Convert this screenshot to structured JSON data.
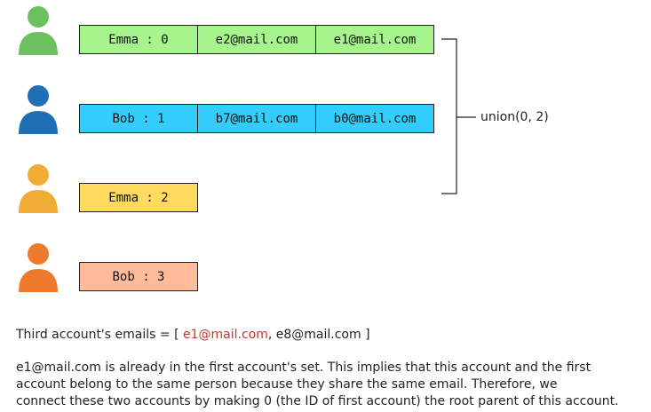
{
  "accounts": [
    {
      "label": "Emma : 0",
      "emails": [
        "e2@mail.com",
        "e1@mail.com"
      ],
      "color": "#a6f58c",
      "avatar_color": "#6cc05e"
    },
    {
      "label": "Bob : 1",
      "emails": [
        "b7@mail.com",
        "b0@mail.com"
      ],
      "color": "#32cdfb",
      "avatar_color": "#1f6fb4"
    },
    {
      "label": "Emma : 2",
      "emails": [],
      "color": "#ffda5e",
      "avatar_color": "#f0ad35"
    },
    {
      "label": "Bob : 3",
      "emails": [],
      "color": "#ffbb9a",
      "avatar_color": "#ee7a2e"
    }
  ],
  "union_label": "union(0, 2)",
  "third_emails": {
    "prefix": "Third account's emails = [ ",
    "email_1": "e1@mail.com",
    "separator": ", ",
    "email_2": "e8@mail.com",
    "suffix": " ]"
  },
  "explanation": [
    "e1@mail.com is already in the first account's set. This implies that this account and the first",
    "account belong to the same person because they share the same email. Therefore, we",
    "connect these two accounts by making 0 (the ID of first account) the root parent of this account."
  ]
}
